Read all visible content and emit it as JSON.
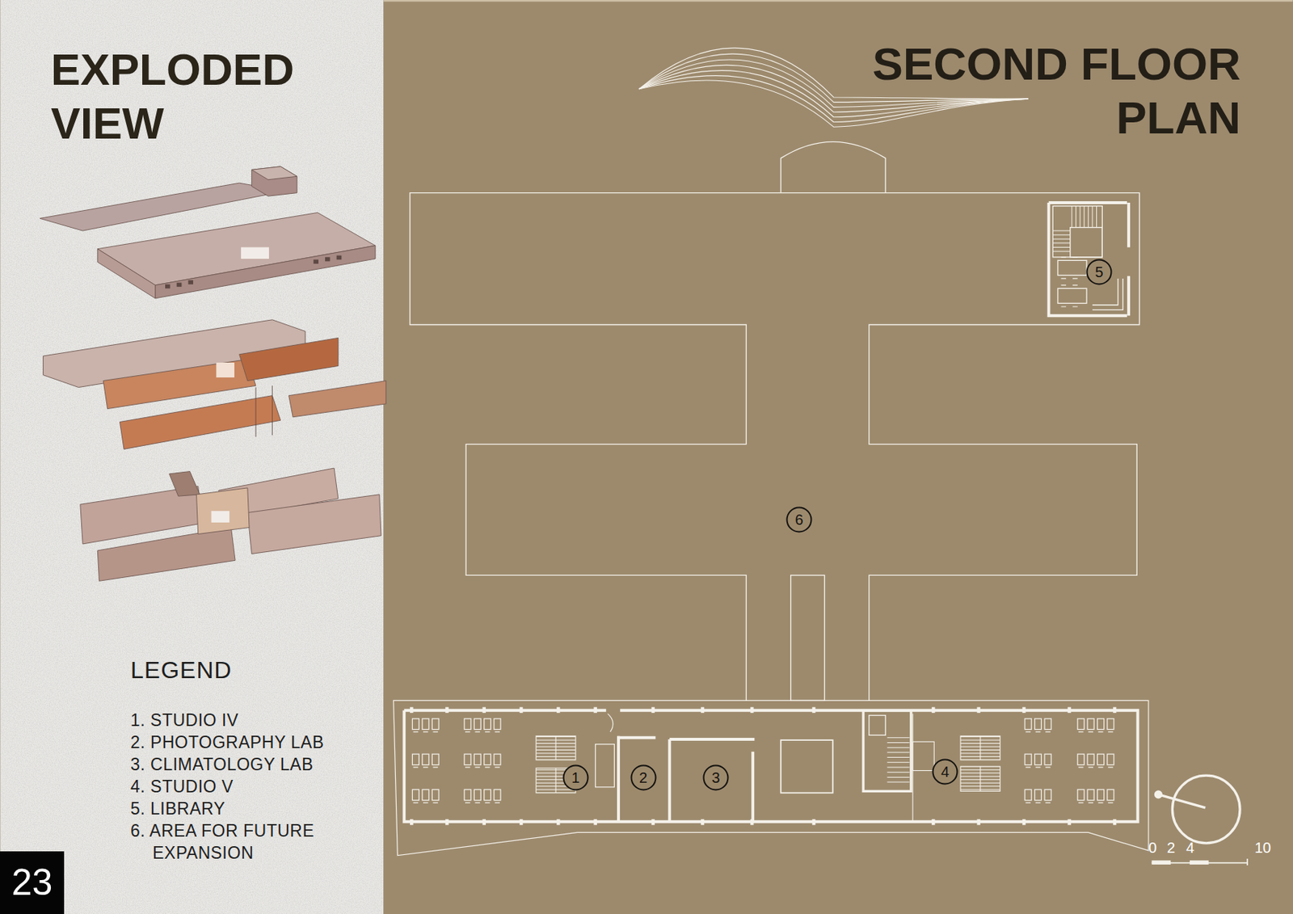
{
  "diagram": {
    "title": "SECOND FLOOR PLAN",
    "nodes": [
      {
        "text": [
          "5"
        ]
      },
      {
        "text": [
          "6"
        ]
      },
      {
        "text": [
          "1"
        ]
      },
      {
        "text": [
          "2"
        ]
      },
      {
        "text": [
          "3"
        ]
      },
      {
        "text": [
          "4"
        ]
      },
      {
        "text": [
          "23"
        ]
      }
    ],
    "labels": [
      "EXPLODED VIEW",
      "LEGEND",
      "0",
      "2",
      "4",
      "10"
    ],
    "legend": [
      {
        "text": "1. STUDIO IV"
      },
      {
        "text": "2. PHOTOGRAPHY LAB"
      },
      {
        "text": "3. CLIMATOLOGY LAB"
      },
      {
        "text": "4. STUDIO V"
      },
      {
        "text": "5. LIBRARY"
      },
      {
        "text": "6. AREA FOR FUTURE EXPANSION"
      }
    ]
  }
}
